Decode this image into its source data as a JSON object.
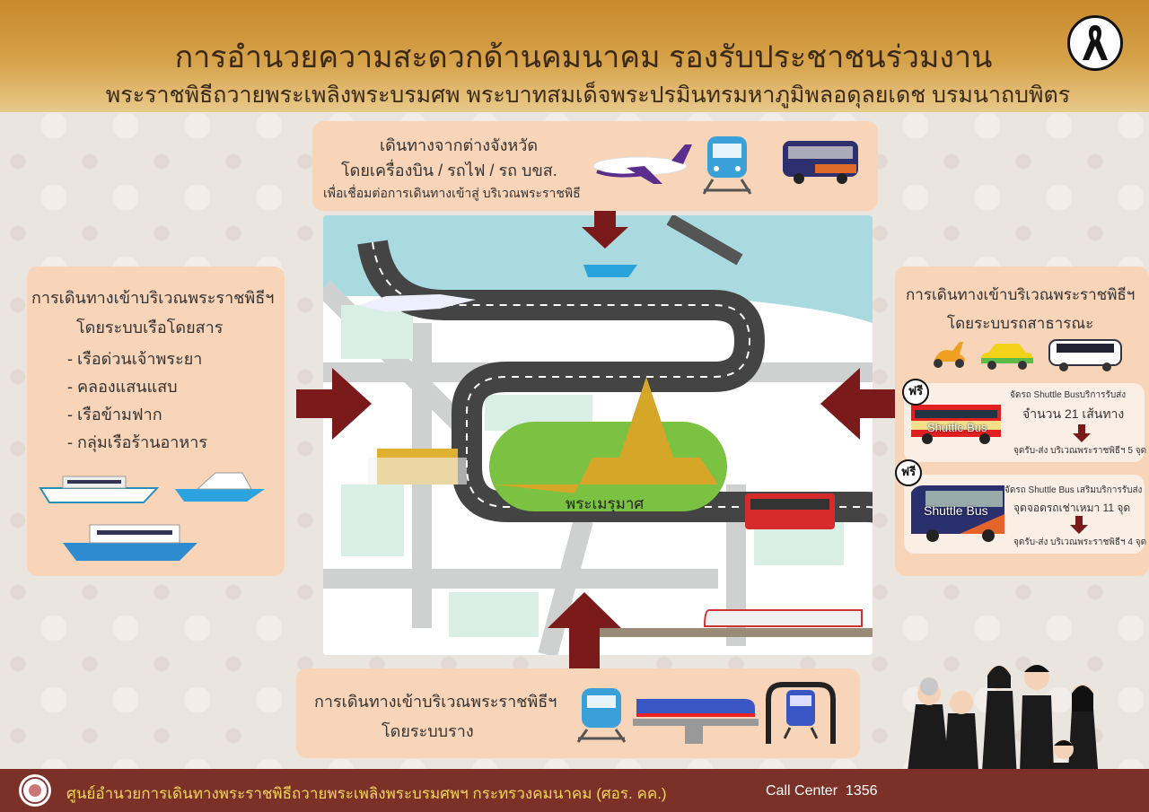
{
  "header": {
    "title": "การอำนวยความสะดวกด้านคมนาคม รองรับประชาชนร่วมงาน",
    "subtitle": "พระราชพิธีถวายพระเพลิงพระบรมศพ พระบาทสมเด็จพระปรมินทรมหาภูมิพลอดุลยเดช บรมนาถบพิตร",
    "icon": "black-ribbon-icon"
  },
  "top_box": {
    "line1": "เดินทางจากต่างจังหวัด",
    "line2": "โดยเครื่องบิน  / รถไฟ / รถ บขส.",
    "line3": "เพื่อเชื่อมต่อการเดินทางเข้าสู่ บริเวณพระราชพิธี"
  },
  "left_box": {
    "title": "การเดินทางเข้าบริเวณพระราชพิธีฯ",
    "subtitle": "โดยระบบเรือโดยสาร",
    "items": [
      "- เรือด่วนเจ้าพระยา",
      "- คลองแสนแสบ",
      "- เรือข้ามฟาก",
      "- กลุ่มเรือร้านอาหาร"
    ]
  },
  "right_box": {
    "title": "การเดินทางเข้าบริเวณพระราชพิธีฯ",
    "subtitle": "โดยระบบรถสาธารณะ",
    "card1": {
      "badge": "ฟรี",
      "bus_label": "Shuttle Bus",
      "line1": "จัดรถ Shuttle Busบริการรับส่ง",
      "line2": "จำนวน 21 เส้นทาง",
      "line3": "จุดรับ-ส่ง บริเวณพระราชพิธีฯ 5 จุด"
    },
    "card2": {
      "badge": "ฟรี",
      "bus_label": "Shuttle Bus",
      "line1": "จัดรถ Shuttle Bus เสริมบริการรับส่ง",
      "line2": "จุดจอดรถเช่าเหมา 11 จุด",
      "line3": "จุดรับ-ส่ง บริเวณพระราชพิธีฯ 4 จุด"
    }
  },
  "map": {
    "label": "พระเมรุมาศ"
  },
  "bottom_box": {
    "line1": "การเดินทางเข้าบริเวณพระราชพิธีฯ",
    "line2": "โดยระบบราง"
  },
  "footer": {
    "org": "ศูนย์อำนวยการเดินทางพระราชพิธีถวายพระเพลิงพระบรมศพฯ กระทรวงคมนาคม (ศอร. คค.)",
    "call_center": "Call Center  1356"
  },
  "colors": {
    "header": "#c8892b",
    "box": "#f8d4b8",
    "arrow": "#7a1a1a",
    "footer": "#7b3127"
  }
}
